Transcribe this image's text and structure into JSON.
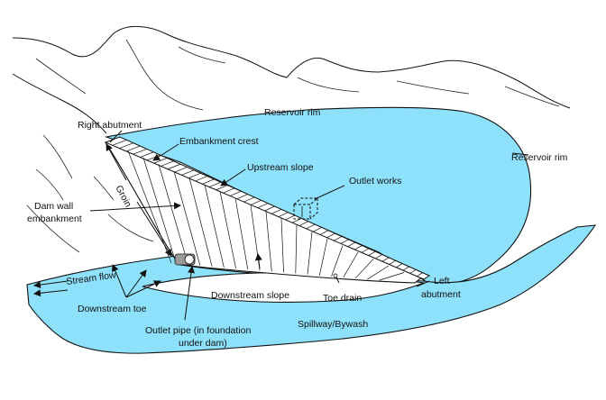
{
  "labels": {
    "right_abutment": "Right abutment",
    "reservoir_rim_top": "Reservoir rim",
    "reservoir_rim_right": "Reservoir rim",
    "embankment_crest": "Embankment crest",
    "upstream_slope": "Upstream slope",
    "outlet_works": "Outlet works",
    "groin": "Groin",
    "dam_wall_line1": "Dam wall",
    "dam_wall_line2": "embankment",
    "stream_flow": "Stream flow",
    "downstream_toe": "Downstream toe",
    "downstream_slope": "Downstream slope",
    "toe_drain": "Toe drain",
    "left_abutment_line1": "Left",
    "left_abutment_line2": "abutment",
    "outlet_pipe_line1": "Outlet pipe (in foundation",
    "outlet_pipe_line2": "under dam)",
    "spillway": "Spillway/Bywash"
  },
  "colors": {
    "water": "#8ee1fa",
    "outline": "#111111",
    "background": "#ffffff"
  }
}
